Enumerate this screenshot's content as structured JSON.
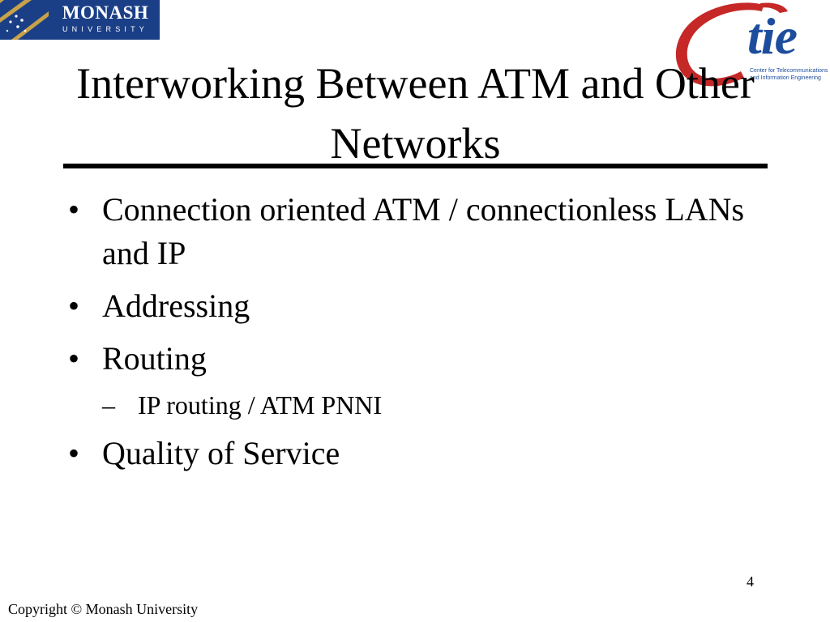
{
  "logos": {
    "monash": {
      "name": "MONASH",
      "subtitle": "UNIVERSITY",
      "background_color": "#1a3f86",
      "accent_color": "#c8a24a"
    },
    "ctie": {
      "word": "tie",
      "caption": "Center for Telecommunications\nand Information Engineering",
      "red_color": "#c62828",
      "blue_color": "#1d4e9e"
    }
  },
  "slide": {
    "title": "Interworking Between ATM and Other Networks",
    "bullets": [
      {
        "marker": "•",
        "text": "Connection oriented ATM / connectionless LANs and IP"
      },
      {
        "marker": "•",
        "text": "Addressing"
      },
      {
        "marker": "•",
        "text": "Routing"
      },
      {
        "marker": "•",
        "text": "Quality of Service"
      }
    ],
    "sub_bullets": [
      {
        "marker": "–",
        "text": "IP routing / ATM PNNI"
      }
    ],
    "page_number": "4",
    "copyright": "Copyright © Monash University"
  }
}
